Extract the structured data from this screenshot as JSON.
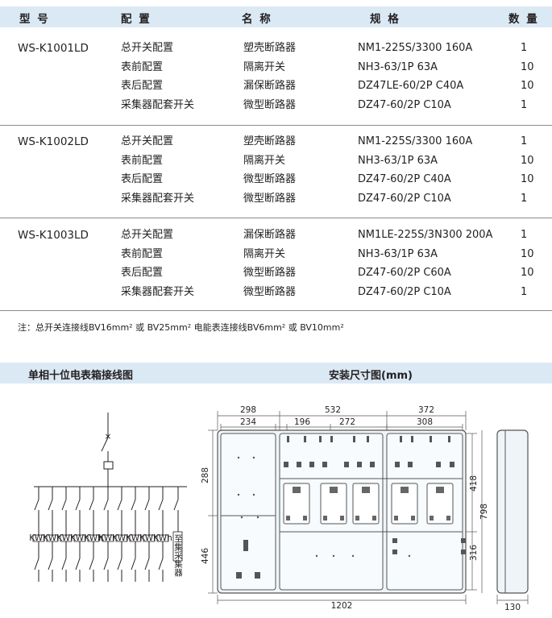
{
  "table": {
    "headers": {
      "model": "型 号",
      "config": "配 置",
      "name": "名 称",
      "spec": "规 格",
      "qty": "数 量"
    },
    "groups": [
      {
        "model": "WS-K1001LD",
        "rows": [
          {
            "config": "总开关配置",
            "name": "塑壳断路器",
            "spec": "NM1-225S/3300 160A",
            "qty": "1"
          },
          {
            "config": "表前配置",
            "name": "隔离开关",
            "spec": "NH3-63/1P 63A",
            "qty": "10"
          },
          {
            "config": "表后配置",
            "name": "漏保断路器",
            "spec": "DZ47LE-60/2P C40A",
            "qty": "10"
          },
          {
            "config": "采集器配套开关",
            "name": "微型断路器",
            "spec": "DZ47-60/2P C10A",
            "qty": "1"
          }
        ]
      },
      {
        "model": "WS-K1002LD",
        "rows": [
          {
            "config": "总开关配置",
            "name": "塑壳断路器",
            "spec": "NM1-225S/3300 160A",
            "qty": "1"
          },
          {
            "config": "表前配置",
            "name": "隔离开关",
            "spec": "NH3-63/1P 63A",
            "qty": "10"
          },
          {
            "config": "表后配置",
            "name": "微型断路器",
            "spec": "DZ47-60/2P C40A",
            "qty": "10"
          },
          {
            "config": "采集器配套开关",
            "name": "微型断路器",
            "spec": "DZ47-60/2P C10A",
            "qty": "1"
          }
        ]
      },
      {
        "model": "WS-K1003LD",
        "rows": [
          {
            "config": "总开关配置",
            "name": "漏保断路器",
            "spec": "NM1LE-225S/3N300 200A",
            "qty": "1"
          },
          {
            "config": "表前配置",
            "name": "隔离开关",
            "spec": "NH3-63/1P 63A",
            "qty": "10"
          },
          {
            "config": "表后配置",
            "name": "微型断路器",
            "spec": "DZ47-60/2P C60A",
            "qty": "10"
          },
          {
            "config": "采集器配套开关",
            "name": "微型断路器",
            "spec": "DZ47-60/2P C10A",
            "qty": "1"
          }
        ]
      }
    ]
  },
  "note": "注：总开关连接线BV16mm² 或 BV25mm² 电能表连接线BV6mm² 或 BV10mm²",
  "section": {
    "left_title": "单相十位电表箱接线图",
    "right_title": "安装尺寸图(mm)"
  },
  "wiring": {
    "meter_label": "KWh",
    "collector_label": "至集采集器"
  },
  "dimensions": {
    "top_outer": [
      "298",
      "532",
      "372"
    ],
    "top_inner": [
      "234",
      "196",
      "272",
      "308"
    ],
    "left": [
      "288",
      "446"
    ],
    "right": [
      "418",
      "316"
    ],
    "height_total": "798",
    "width_total": "1202",
    "depth": "130"
  },
  "colors": {
    "header_bg": "#dbe9f5",
    "rule": "#8a8a8a",
    "box_fill": "#eef5f9",
    "box_stroke": "#555555"
  }
}
